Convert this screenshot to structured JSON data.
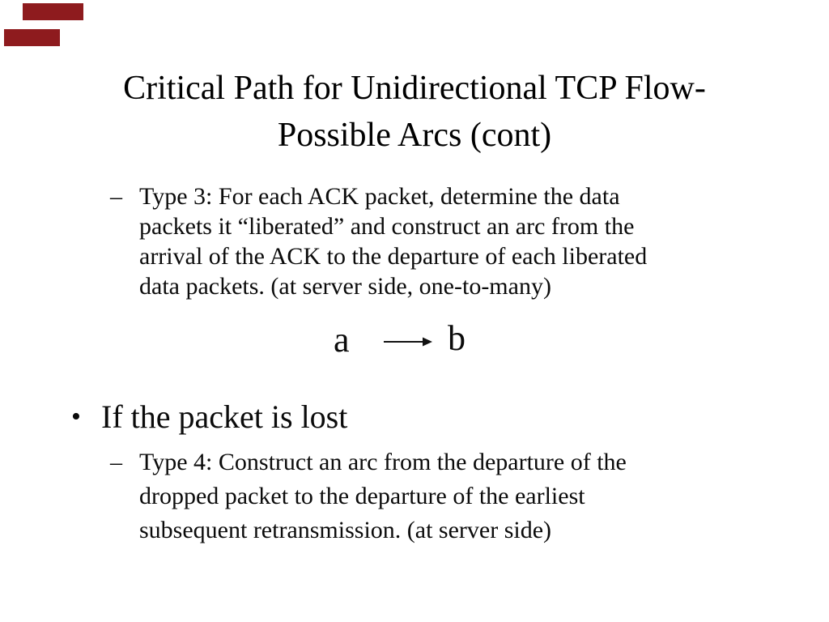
{
  "slide": {
    "decoration": {
      "color": "#8e1b1e"
    },
    "title": {
      "line1": "Critical Path for Unidirectional TCP Flow-",
      "line2": "Possible Arcs (cont)"
    },
    "type3": {
      "marker": "–",
      "line1": "Type 3: For each ACK packet, determine the data",
      "line2": "packets it “liberated” and construct an arc from the",
      "line3": "arrival of the ACK to the departure of each liberated",
      "line4": "data packets. (at server side, one-to-many)"
    },
    "diagram": {
      "node_a": "a",
      "node_b": "b"
    },
    "bullet": {
      "marker": "•",
      "text": "If the packet is lost"
    },
    "type4": {
      "marker": "–",
      "line1": "Type 4: Construct an arc from the departure of the",
      "line2": "dropped packet to the departure of the earliest",
      "line3": "subsequent retransmission. (at server side)"
    }
  }
}
